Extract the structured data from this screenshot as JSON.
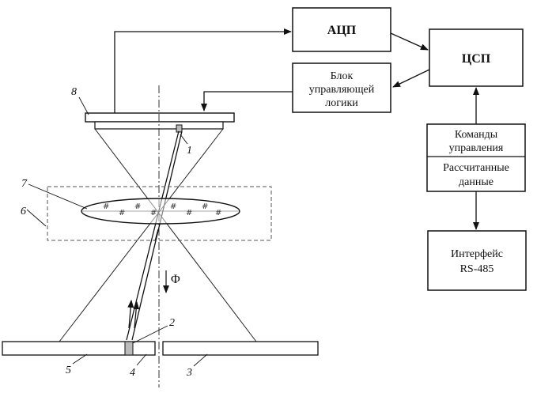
{
  "blocks": {
    "adc": "АЦП",
    "dsp": "ЦСП",
    "logic": [
      "Блок",
      "управляющей",
      "логики"
    ],
    "commands": [
      "Команды",
      "управления"
    ],
    "calculated": [
      "Рассчитанные",
      "данные"
    ],
    "interface": [
      "Интерфейс",
      "RS-485"
    ]
  },
  "labels": {
    "n1": "1",
    "n2": "2",
    "n3": "3",
    "n4": "4",
    "n5": "5",
    "n6": "6",
    "n7": "7",
    "n8": "8",
    "flux": "Φ"
  }
}
